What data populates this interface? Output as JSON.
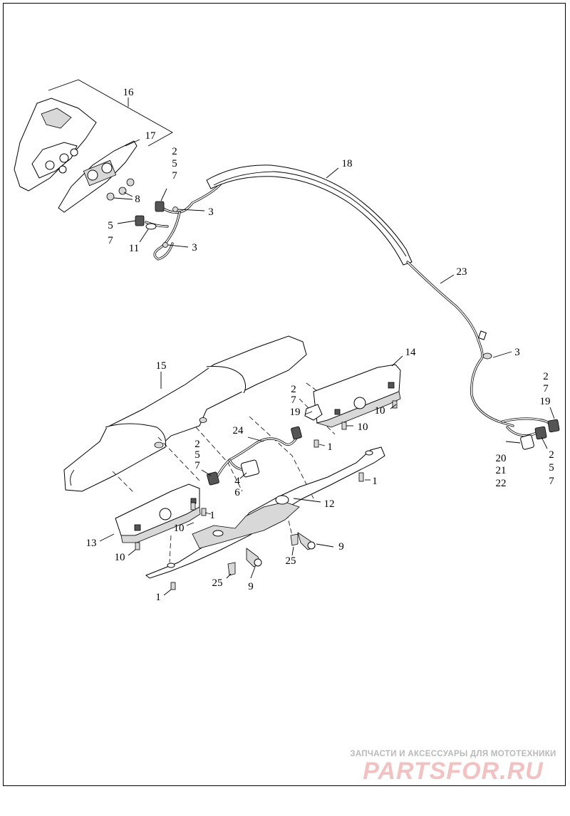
{
  "diagram": {
    "callouts": [
      {
        "id": "c16",
        "text": "16"
      },
      {
        "id": "c17",
        "text": "17"
      },
      {
        "id": "c18",
        "text": "18"
      },
      {
        "id": "c2a",
        "text": "2"
      },
      {
        "id": "c5a",
        "text": "5"
      },
      {
        "id": "c7a",
        "text": "7"
      },
      {
        "id": "c3a",
        "text": "3"
      },
      {
        "id": "c8",
        "text": "8"
      },
      {
        "id": "c5b",
        "text": "5"
      },
      {
        "id": "c7b",
        "text": "7"
      },
      {
        "id": "c11",
        "text": "11"
      },
      {
        "id": "c3b",
        "text": "3"
      },
      {
        "id": "c23",
        "text": "23"
      },
      {
        "id": "c3c",
        "text": "3"
      },
      {
        "id": "c14",
        "text": "14"
      },
      {
        "id": "c15",
        "text": "15"
      },
      {
        "id": "c2b",
        "text": "2"
      },
      {
        "id": "c7c",
        "text": "7"
      },
      {
        "id": "c19a",
        "text": "19"
      },
      {
        "id": "c10a",
        "text": "10"
      },
      {
        "id": "c10b",
        "text": "10"
      },
      {
        "id": "c24",
        "text": "24"
      },
      {
        "id": "c1a",
        "text": "1"
      },
      {
        "id": "c2c",
        "text": "2"
      },
      {
        "id": "c5c",
        "text": "5"
      },
      {
        "id": "c7d",
        "text": "7"
      },
      {
        "id": "c4",
        "text": "4"
      },
      {
        "id": "c6",
        "text": "6"
      },
      {
        "id": "c1b",
        "text": "1"
      },
      {
        "id": "c12",
        "text": "12"
      },
      {
        "id": "c1c",
        "text": "1"
      },
      {
        "id": "c10c",
        "text": "10"
      },
      {
        "id": "c13",
        "text": "13"
      },
      {
        "id": "c10d",
        "text": "10"
      },
      {
        "id": "c9a",
        "text": "9"
      },
      {
        "id": "c25a",
        "text": "25"
      },
      {
        "id": "c25b",
        "text": "25"
      },
      {
        "id": "c9b",
        "text": "9"
      },
      {
        "id": "c1d",
        "text": "1"
      },
      {
        "id": "c2d",
        "text": "2"
      },
      {
        "id": "c7e",
        "text": "7"
      },
      {
        "id": "c19b",
        "text": "19"
      },
      {
        "id": "c20",
        "text": "20"
      },
      {
        "id": "c21",
        "text": "21"
      },
      {
        "id": "c22",
        "text": "22"
      },
      {
        "id": "c2e",
        "text": "2"
      },
      {
        "id": "c5d",
        "text": "5"
      },
      {
        "id": "c7f",
        "text": "7"
      }
    ]
  },
  "watermark": {
    "tagline": "ЗАПЧАСТИ И АКСЕССУАРЫ ДЛЯ МОТОТЕХНИКИ",
    "logo": "PARTSFOR.RU",
    "tagline_color": "#b9b9b9",
    "logo_color": "#f2c2c2"
  }
}
